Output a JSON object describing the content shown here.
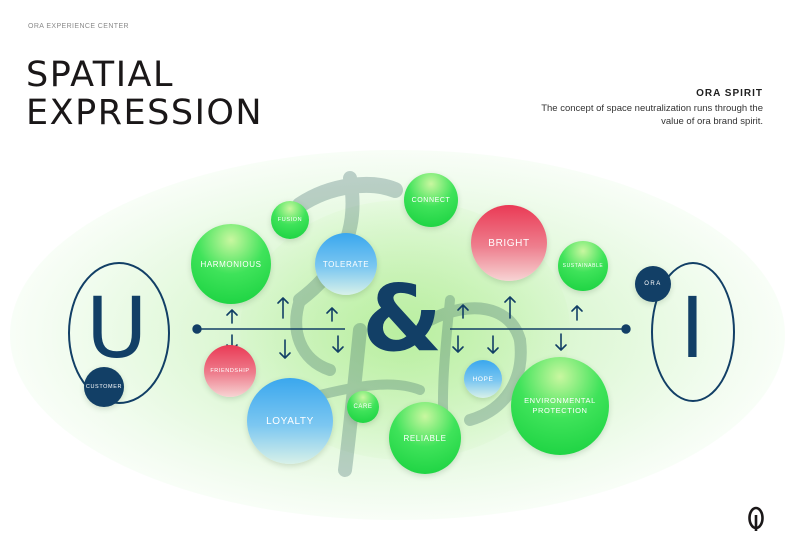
{
  "header": {
    "top_label": "ORA EXPERIENCE CENTER",
    "title_line1": "SPATIAL",
    "title_line2": "EXPRESSION"
  },
  "spirit": {
    "title": "ORA SPIRIT",
    "description": "The concept of space neutralization runs through the value of ora brand spirit."
  },
  "diagram": {
    "left_letter": "U",
    "right_letter": "I",
    "center_symbol": "&",
    "left_badge": "CUSTOMER",
    "right_badge": "ORA",
    "bubbles": {
      "fusion": "FUSION",
      "connect": "CONNECT",
      "harmonious": "HARMONIOUS",
      "tolerate": "TOLERATE",
      "bright": "BRIGHT",
      "sustainable": "SUSTAINABLE",
      "friendship": "FRIENDSHIP",
      "loyalty": "LOYALTY",
      "care": "CARE",
      "reliable": "RELIABLE",
      "hope": "HOPE",
      "environmental_protection": "ENVIRONMENTAL PROTECTION"
    }
  },
  "colors": {
    "navy": "#123f66",
    "green": "#14cf3c",
    "blue": "#3aa7ee",
    "red": "#ea3a55"
  },
  "icons": {
    "brand_logo": "ora-logo-icon"
  }
}
